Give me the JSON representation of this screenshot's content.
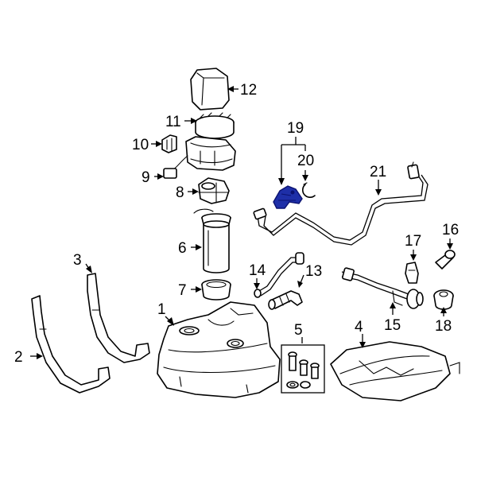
{
  "callouts": {
    "c1": "1",
    "c2": "2",
    "c3": "3",
    "c4": "4",
    "c5": "5",
    "c6": "6",
    "c7": "7",
    "c8": "8",
    "c9": "9",
    "c10": "10",
    "c11": "11",
    "c12": "12",
    "c13": "13",
    "c14": "14",
    "c15": "15",
    "c16": "16",
    "c17": "17",
    "c18": "18",
    "c19": "19",
    "c20": "20",
    "c21": "21"
  },
  "colors": {
    "highlight": "#1e2fa8",
    "line": "#000000",
    "background": "#ffffff"
  }
}
